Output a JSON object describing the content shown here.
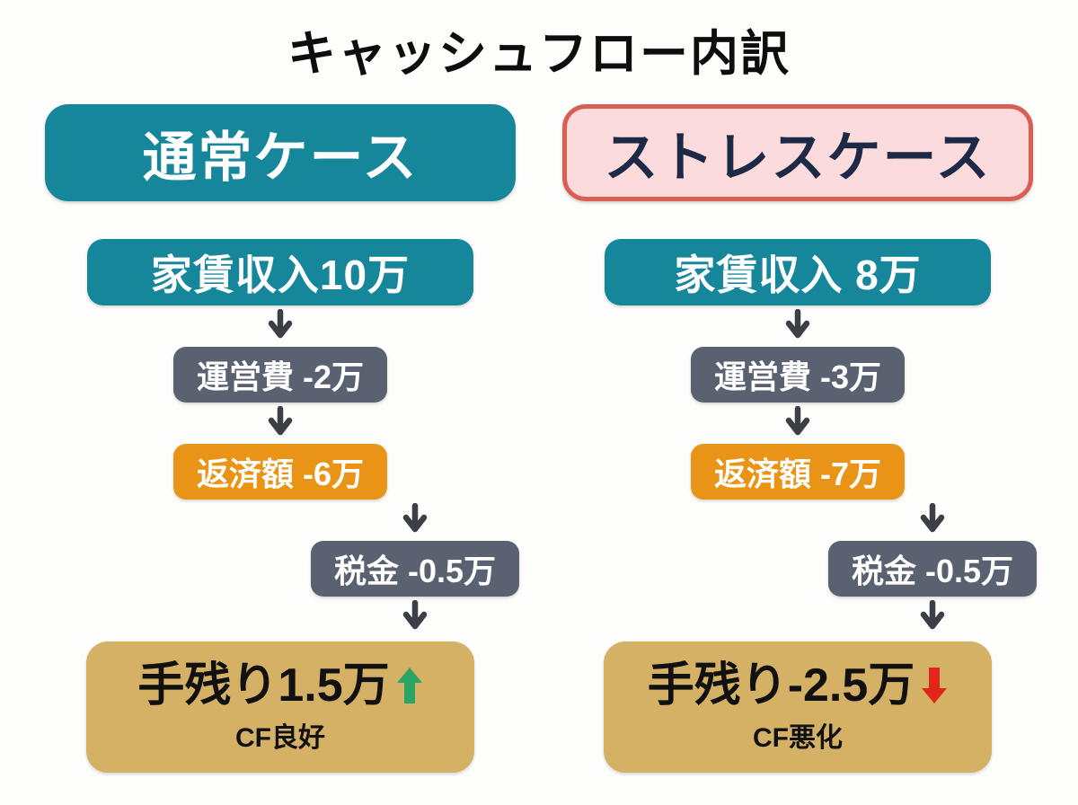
{
  "page": {
    "title": "キャッシュフロー内訳"
  },
  "colors": {
    "teal": "#16869b",
    "gray": "#5a6170",
    "orange": "#ea9417",
    "tan": "#d5b166",
    "pink-bg": "#fbdbdb",
    "pink-border": "#d85f56",
    "navy": "#1d2946",
    "arrow": "#3c4046",
    "green": "#2aa565",
    "red": "#e2251b",
    "ink": "#0d0d0d",
    "bg": "#fdfdfb"
  },
  "icons": {
    "flow_arrow": "down-arrow",
    "trend_up": "up-arrow",
    "trend_down": "down-arrow"
  },
  "columns": [
    {
      "id": "normal-case",
      "header": {
        "label": "通常ケース",
        "variant": "teal"
      },
      "steps": [
        {
          "label": "家賃収入10万",
          "variant": "teal"
        },
        {
          "label": "運営費 -2万",
          "variant": "gray"
        },
        {
          "label": "返済額 -6万",
          "variant": "orange"
        },
        {
          "label": "税金 -0.5万",
          "variant": "gray",
          "offset": true
        }
      ],
      "result": {
        "main": "手残り1.5万",
        "trend": "up",
        "sub": "CF良好"
      }
    },
    {
      "id": "stress-case",
      "header": {
        "label": "ストレスケース",
        "variant": "pink"
      },
      "steps": [
        {
          "label": "家賃収入 8万",
          "variant": "teal"
        },
        {
          "label": "運営費 -3万",
          "variant": "gray"
        },
        {
          "label": "返済額 -7万",
          "variant": "orange"
        },
        {
          "label": "税金 -0.5万",
          "variant": "gray",
          "offset": true
        }
      ],
      "result": {
        "main": "手残り-2.5万",
        "trend": "down",
        "sub": "CF悪化"
      }
    }
  ]
}
